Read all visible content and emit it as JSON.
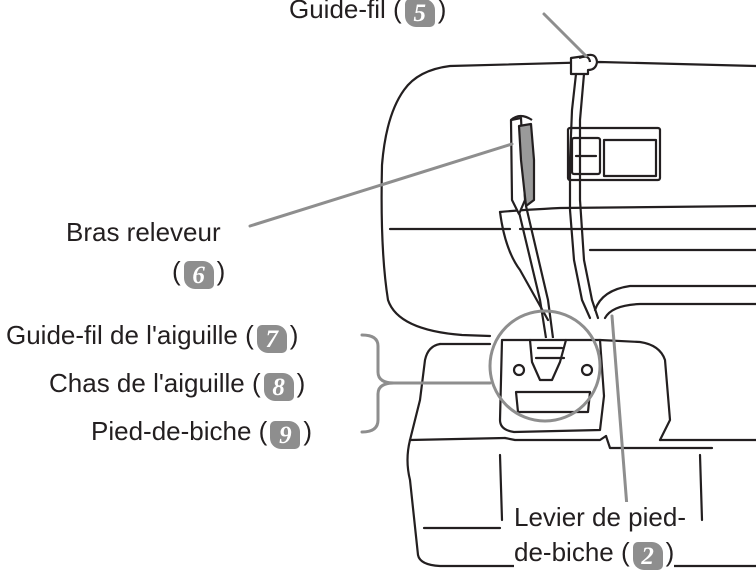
{
  "labels": {
    "thread_guide": {
      "text": "Guide-fil",
      "step": "5"
    },
    "take_up_lever": {
      "text": "Bras releveur",
      "step": "6"
    },
    "needle_bar_thread_guide": {
      "text": "Guide-fil de l'aiguille",
      "step": "7"
    },
    "needle_eye": {
      "text": "Chas de l'aiguille",
      "step": "8"
    },
    "presser_foot": {
      "text": "Pied-de-biche",
      "step": "9"
    },
    "presser_foot_lever": {
      "text_line1": "Levier de pied-",
      "text_line2": "de-biche",
      "step": "2"
    }
  },
  "colors": {
    "outline": "#231f20",
    "callout": "#8e8e8e",
    "badge": "#8e8e8e",
    "thread_fill": "#ffffff"
  }
}
